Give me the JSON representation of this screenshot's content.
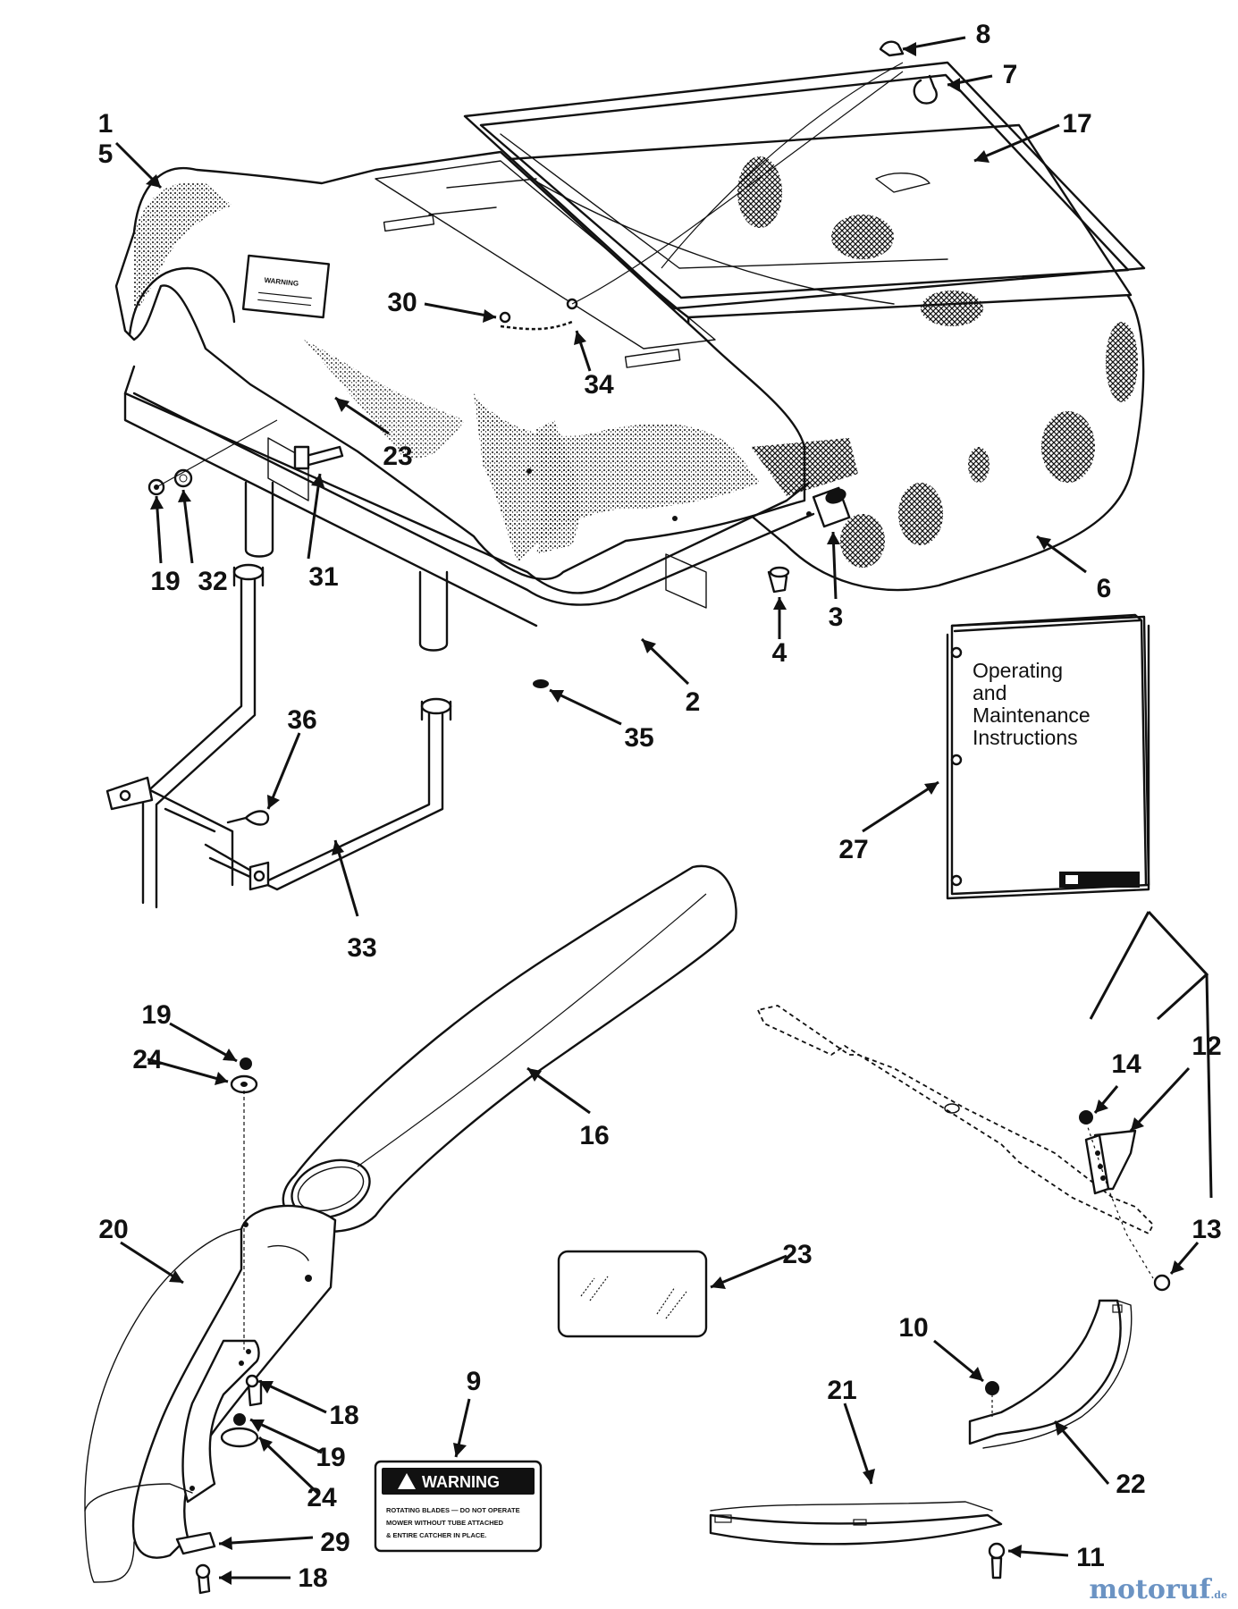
{
  "callouts": {
    "n1": "1",
    "n5": "5",
    "n8": "8",
    "n7": "7",
    "n17": "17",
    "n30": "30",
    "n34": "34",
    "n23a": "23",
    "n19a": "19",
    "n32": "32",
    "n31": "31",
    "n3": "3",
    "n6": "6",
    "n4": "4",
    "n2": "2",
    "n35": "35",
    "n36": "36",
    "n33": "33",
    "n27": "27",
    "n19b": "19",
    "n24a": "24",
    "n16": "16",
    "n14": "14",
    "n12": "12",
    "n13": "13",
    "n20": "20",
    "n23b": "23",
    "n9": "9",
    "n10": "10",
    "n18a": "18",
    "n19c": "19",
    "n24b": "24",
    "n21": "21",
    "n22": "22",
    "n29": "29",
    "n18b": "18",
    "n11": "11"
  },
  "manual": {
    "line1": "Operating",
    "line2": "and",
    "line3": "Maintenance",
    "line4": "Instructions"
  },
  "warning_decal": {
    "title": "WARNING",
    "body1": "ROTATING BLADES — DO NOT OPERATE",
    "body2": "MOWER WITHOUT TUBE ATTACHED",
    "body3": "& ENTIRE CATCHER IN PLACE."
  },
  "housing_label": "WARNING",
  "watermark": {
    "brand": "motoruf",
    "tld": ".de"
  }
}
